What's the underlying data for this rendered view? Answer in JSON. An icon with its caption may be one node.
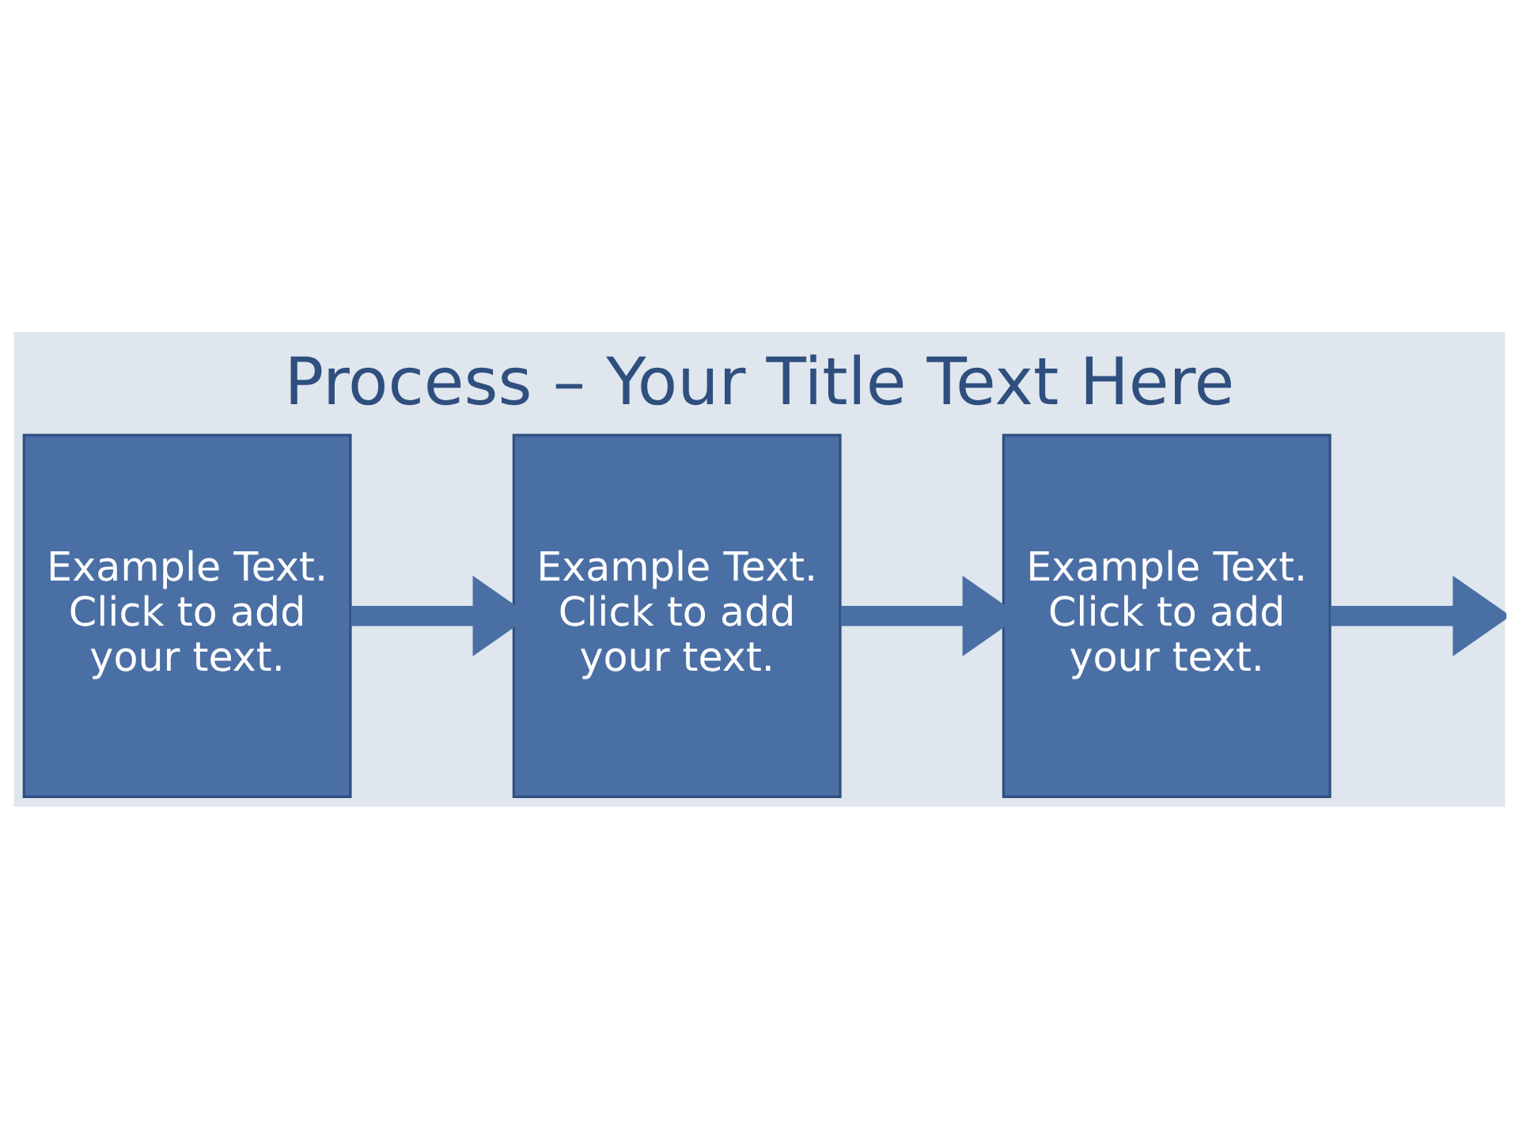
{
  "diagram": {
    "title": "Process – Your Title Text Here",
    "nodes": [
      {
        "text": [
          "Example Text. Click to add your text."
        ]
      },
      {
        "text": [
          "Example Text. Click to add your text."
        ]
      },
      {
        "text": [
          "Example Text. Click to add your text."
        ]
      }
    ],
    "edges": [
      {
        "from": 0,
        "to": 1,
        "arrow": "to"
      },
      {
        "from": 1,
        "to": 2,
        "arrow": "to"
      },
      {
        "from": 2,
        "to": null,
        "arrow": "to"
      }
    ]
  }
}
